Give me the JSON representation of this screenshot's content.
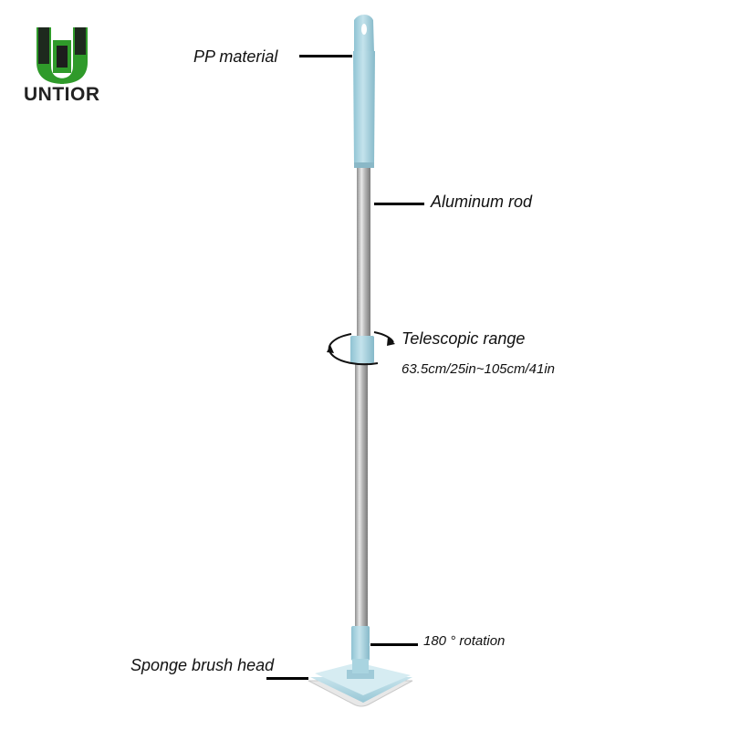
{
  "brand": {
    "name": "UNTIOR",
    "colors": {
      "green": "#2f9a2a",
      "dark": "#1d1d1d"
    }
  },
  "annotations": {
    "pp_material": "PP material",
    "aluminum_rod": "Aluminum rod",
    "telescopic_range": "Telescopic range",
    "telescopic_values": "63.5cm/25in~105cm/41in",
    "rotation": "180 ° rotation",
    "brush_head": "Sponge brush head"
  },
  "product": {
    "handle_color": "#a9d4e0",
    "rod_color": "#b9b9b9",
    "icons": [
      "rotate-arrow-icon",
      "brand-logo"
    ]
  }
}
